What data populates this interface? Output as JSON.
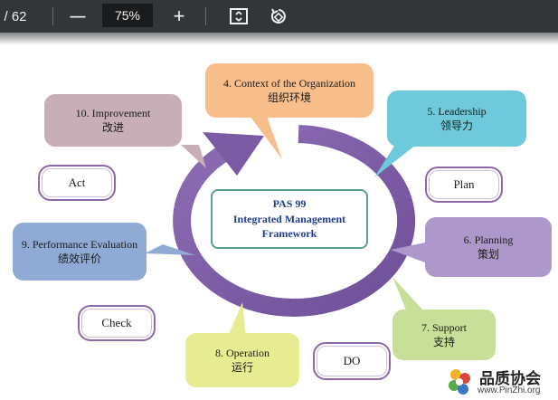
{
  "toolbar": {
    "page_indicator": "/ 62",
    "zoom_out": "—",
    "zoom_level": "75%",
    "zoom_in": "+",
    "fit_icon": "fit-to-page-icon",
    "rotate_icon": "rotate-icon"
  },
  "diagram": {
    "center": {
      "line1": "PAS 99",
      "line2": "Integrated Management",
      "line3": "Framework"
    },
    "boxes": {
      "context": {
        "en": "4. Context of the Organization",
        "zh": "组织环境"
      },
      "leadership": {
        "en": "5. Leadership",
        "zh": "领导力"
      },
      "planning": {
        "en": "6. Planning",
        "zh": "策划"
      },
      "support": {
        "en": "7. Support",
        "zh": "支持"
      },
      "operation": {
        "en": "8. Operation",
        "zh": "运行"
      },
      "performance": {
        "en": "9. Performance Evaluation",
        "zh": "绩效评价"
      },
      "improvement": {
        "en": "10. Improvement",
        "zh": "改进"
      }
    },
    "phases": {
      "act": "Act",
      "plan": "Plan",
      "check": "Check",
      "do": "DO"
    }
  },
  "watermark": {
    "name": "品质协会",
    "url": "www.PinZhi.org"
  }
}
